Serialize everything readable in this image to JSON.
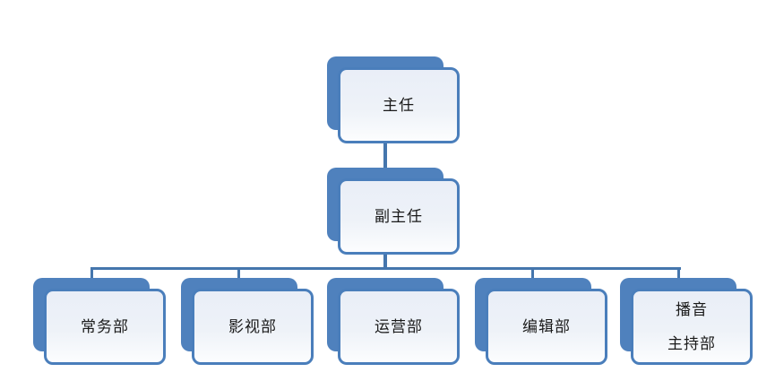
{
  "org_chart": {
    "type": "organization-chart",
    "director": {
      "label": "主任"
    },
    "deputy_director": {
      "label": "副主任"
    },
    "departments": [
      {
        "label": "常务部"
      },
      {
        "label": "影视部"
      },
      {
        "label": "运营部"
      },
      {
        "label": "编辑部"
      },
      {
        "label": "播音\n主持部"
      }
    ],
    "colors": {
      "shape_back_fill": "#4f81bd",
      "shape_border": "#4a7ebb",
      "shape_fill_top": "#e9eef7",
      "shape_fill_mid": "#eef2f8",
      "shape_fill_bottom": "#fcfdfe",
      "connector": "#4576ad",
      "text": "#1a1a1a",
      "background": "#ffffff"
    }
  }
}
